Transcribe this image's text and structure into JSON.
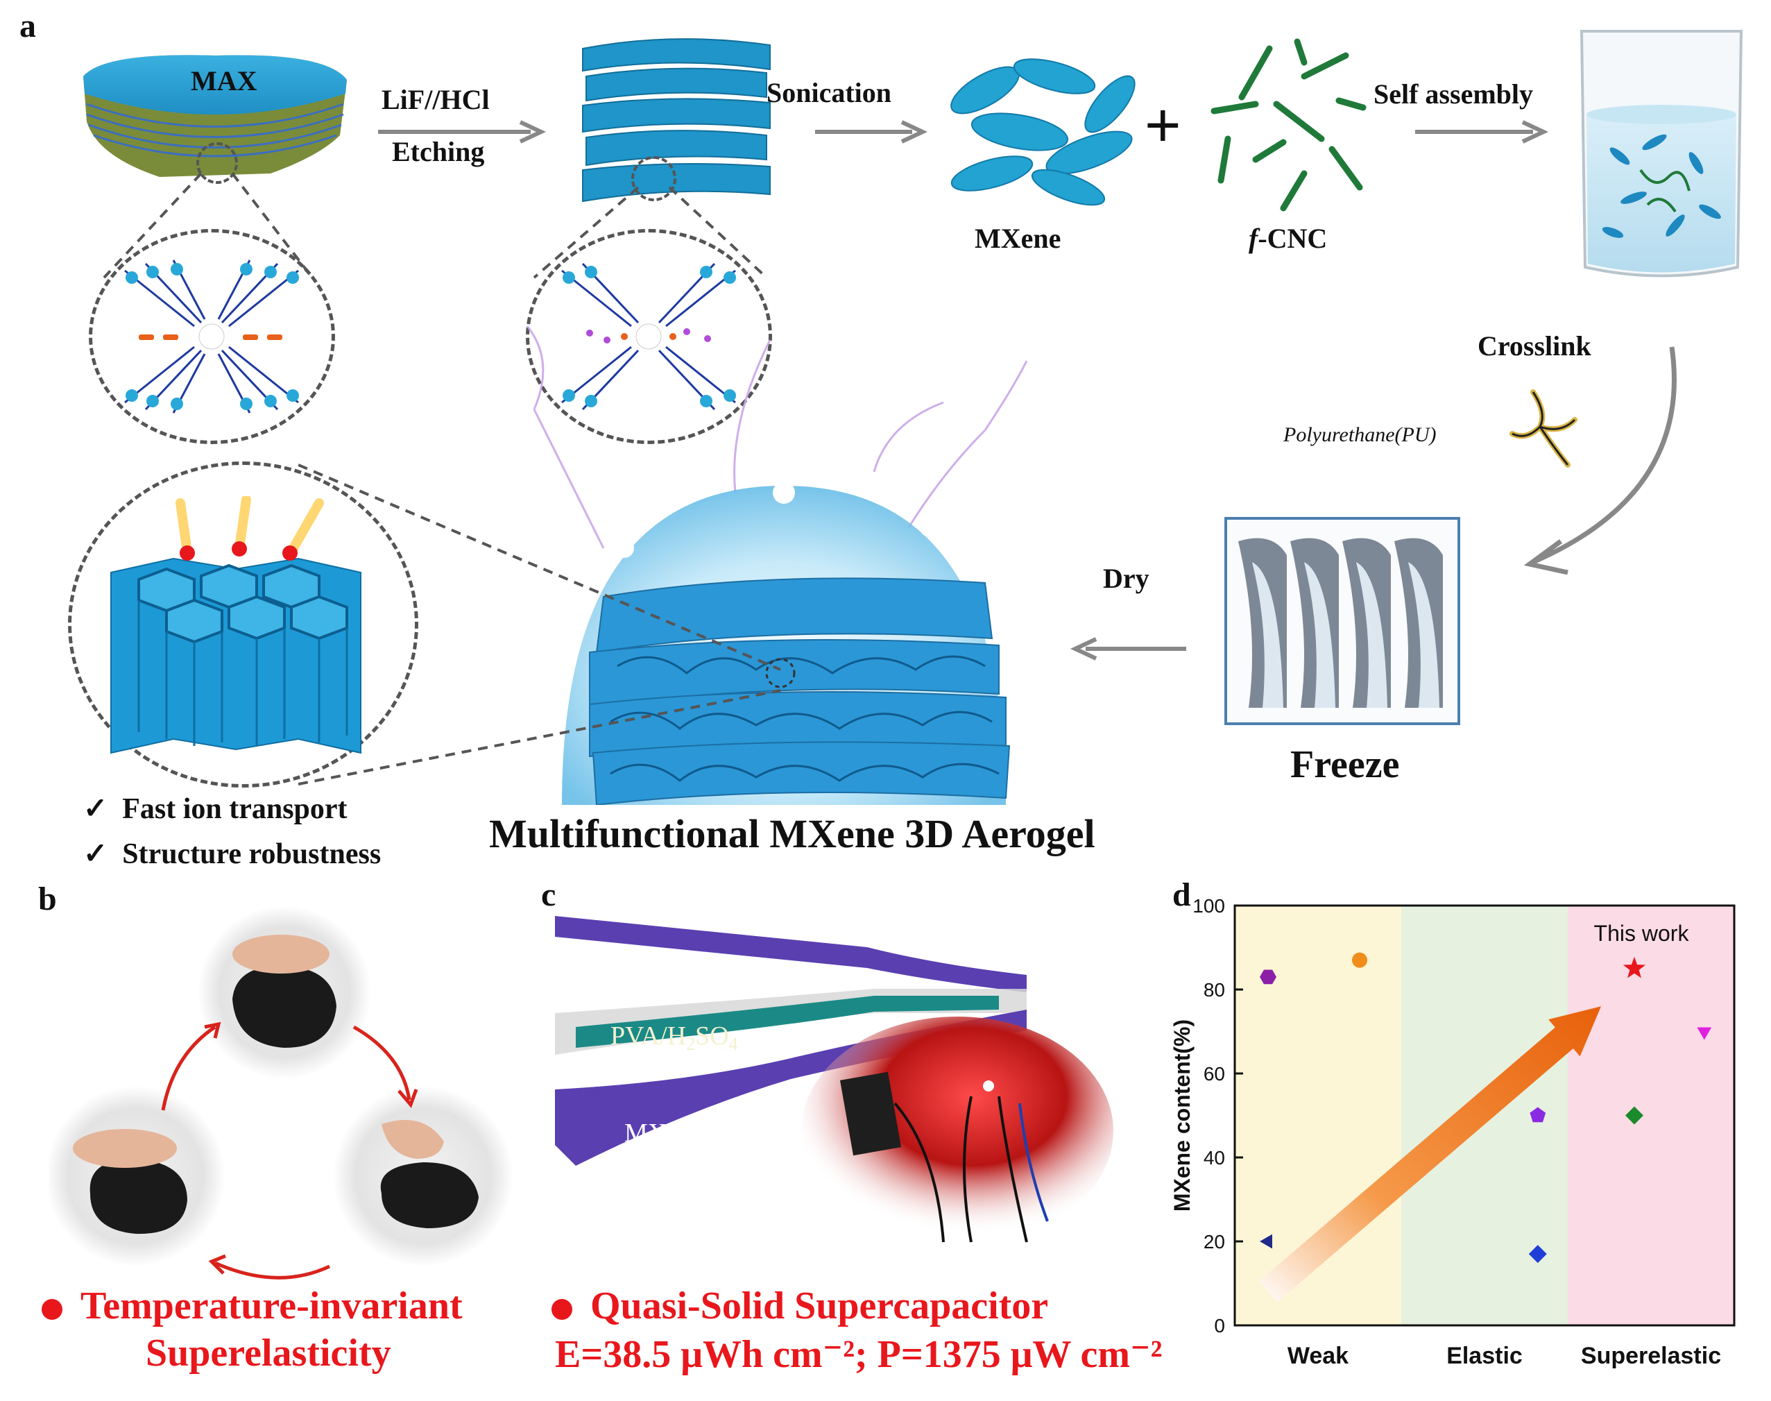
{
  "panels": {
    "a": "a",
    "b": "b",
    "c": "c",
    "d": "d"
  },
  "panel_a": {
    "max_label": "MAX",
    "etch_line1": "LiF//HCl",
    "etch_line2": "Etching",
    "sonication": "Sonication",
    "mxene": "MXene",
    "plus": "+",
    "fcnc_prefix": "f",
    "fcnc_suffix": "-CNC",
    "self_assembly": "Self assembly",
    "crosslink": "Crosslink",
    "polyurethane": "Polyurethane(PU)",
    "dry": "Dry",
    "freeze": "Freeze",
    "check1": "Fast ion transport",
    "check2": "Structure robustness",
    "check_mark": "✓",
    "title": "Multifunctional  MXene 3D Aerogel"
  },
  "panel_b": {
    "line1": "Temperature-invariant",
    "line2": "Superelasticity"
  },
  "panel_c": {
    "electrolyte": "PVA/H",
    "electrolyte_sub1": "2",
    "electrolyte_mid": "SO",
    "electrolyte_sub2": "4",
    "electrode": "MXene",
    "line1": "Quasi-Solid Supercapacitor",
    "line2": "E=38.5 μWh cm⁻²; P=1375 μW cm⁻²"
  },
  "chart_data": {
    "type": "scatter",
    "ylabel": "MXene content(%)",
    "xlabel": "",
    "ylim": [
      0,
      100
    ],
    "yticks": [
      "0",
      "20",
      "40",
      "60",
      "80",
      "100"
    ],
    "regions": [
      {
        "label": "Weak",
        "color": "#fdf6d6"
      },
      {
        "label": "Elastic",
        "color": "#e6f1e0"
      },
      {
        "label": "Superelastic",
        "color": "#fbdbe6"
      }
    ],
    "points": [
      {
        "region": "Weak",
        "x": 0.2,
        "y": 83,
        "marker": "hexagon",
        "color": "#8b1fa8"
      },
      {
        "region": "Weak",
        "x": 0.75,
        "y": 87,
        "marker": "circle",
        "color": "#f08c1a"
      },
      {
        "region": "Weak",
        "x": 0.2,
        "y": 20,
        "marker": "triangle-left",
        "color": "#1f2a8a"
      },
      {
        "region": "Elastic",
        "x": 0.82,
        "y": 50,
        "marker": "pentagon",
        "color": "#8a2be2"
      },
      {
        "region": "Elastic",
        "x": 0.82,
        "y": 17,
        "marker": "diamond",
        "color": "#1f3fd8"
      },
      {
        "region": "Superelastic",
        "x": 0.82,
        "y": 70,
        "marker": "triangle-down",
        "color": "#e020e0"
      },
      {
        "region": "Superelastic",
        "x": 0.4,
        "y": 50,
        "marker": "diamond",
        "color": "#1a8a2a"
      },
      {
        "region": "Superelastic",
        "x": 0.4,
        "y": 85,
        "marker": "star",
        "color": "#e8171c"
      }
    ],
    "annotation": "This work",
    "grid": false
  }
}
